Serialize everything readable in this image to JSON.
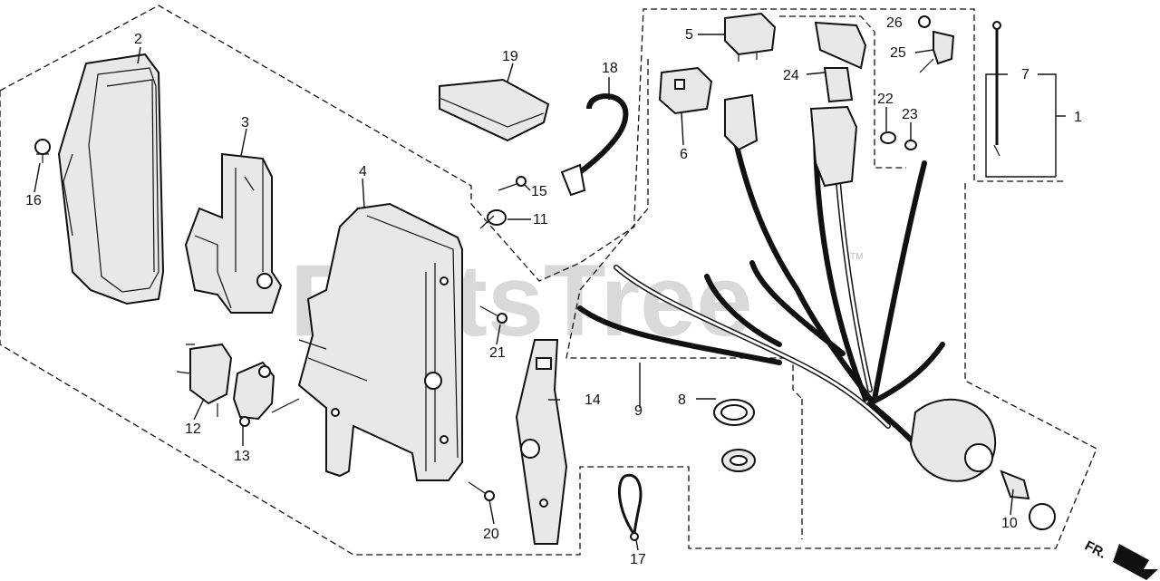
{
  "watermark": "PartsTree",
  "trademark": "TM",
  "direction_label": "FR.",
  "callouts": {
    "c1": "1",
    "c2": "2",
    "c3": "3",
    "c4": "4",
    "c5": "5",
    "c6": "6",
    "c7": "7",
    "c8": "8",
    "c9": "9",
    "c10": "10",
    "c11": "11",
    "c12": "12",
    "c13": "13",
    "c14": "14",
    "c15": "15",
    "c16": "16",
    "c17": "17",
    "c18": "18",
    "c19": "19",
    "c20": "20",
    "c21": "21",
    "c22": "22",
    "c23": "23",
    "c24": "24",
    "c25": "25",
    "c26": "26"
  }
}
